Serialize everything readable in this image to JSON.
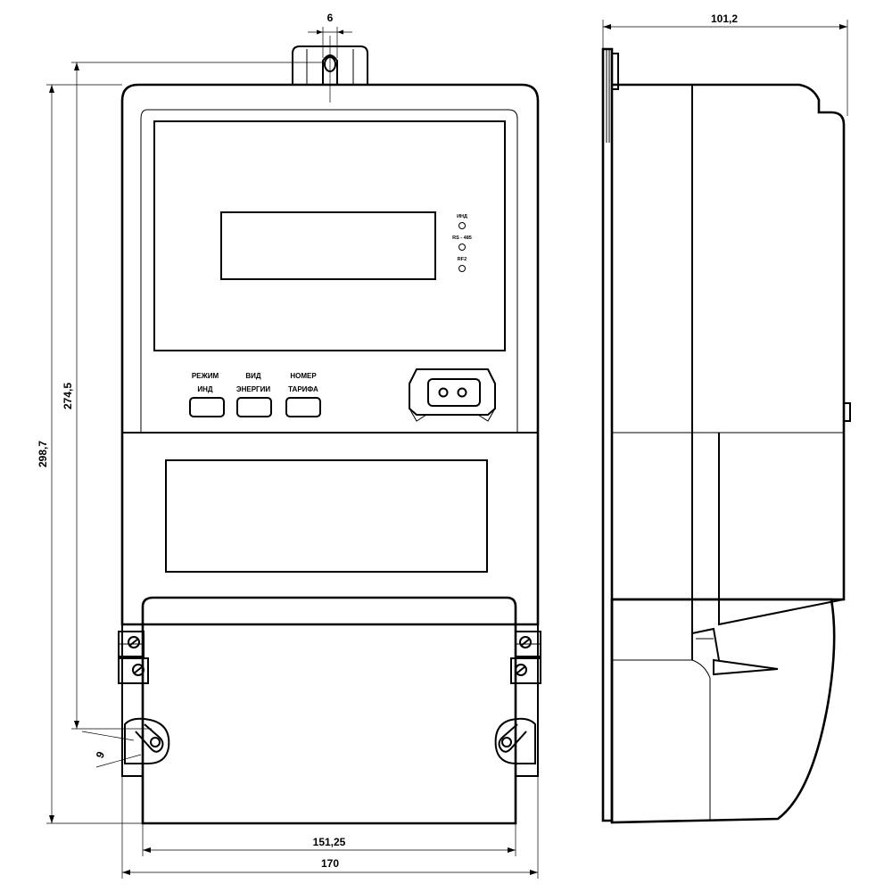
{
  "dimensions": {
    "terminal_width": "6",
    "depth": "101,2",
    "height_mount": "274,5",
    "height_total": "298,7",
    "base_width": "151,25",
    "total_width": "170",
    "slot_width": "9"
  },
  "indicators": {
    "ind": "ИНД",
    "rs485": "RS - 485",
    "rf2": "RF2"
  },
  "buttons": {
    "mode_line1": "РЕЖИМ",
    "mode_line2": "ИНД",
    "energy_line1": "ВИД",
    "energy_line2": "ЭНЕРГИИ",
    "tariff_line1": "НОМЕР",
    "tariff_line2": "ТАРИФА"
  }
}
